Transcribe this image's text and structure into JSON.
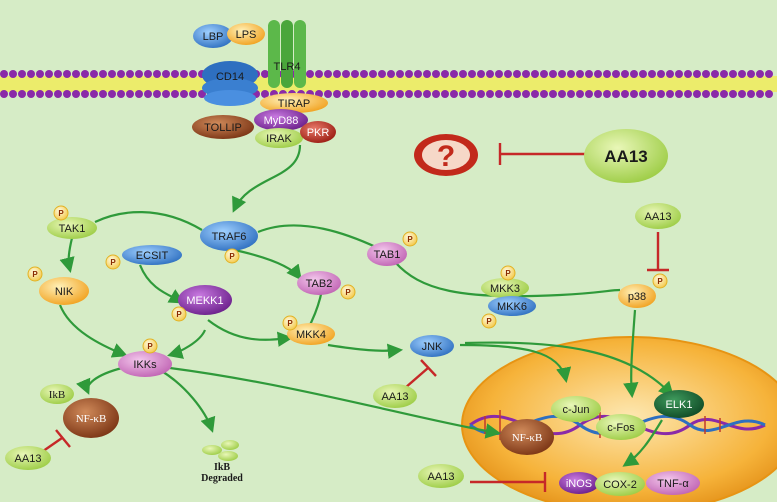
{
  "receptor": {
    "lbp": "LBP",
    "lps": "LPS",
    "cd14": "CD14",
    "tlr4": "TLR4",
    "tirap": "TIRAP",
    "tollip": "TOLLIP",
    "myd88": "MyD88",
    "irak": "IRAK",
    "pkr": "PKR"
  },
  "question": {
    "symbol": "?",
    "inhibitor": "AA13"
  },
  "kinases": {
    "tak1": "TAK1",
    "traf6": "TRAF6",
    "ecsit": "ECSIT",
    "tab1": "TAB1",
    "tab2": "TAB2",
    "nik": "NIK",
    "mekk1": "MEKK1",
    "mkk3": "MKK3",
    "mkk6": "MKK6",
    "mkk4": "MKK4",
    "p38": "p38",
    "jnk": "JNK",
    "ikks": "IKKs"
  },
  "phospho": "P",
  "cytoplasm": {
    "ikb": "IkB",
    "nfkb": "NF-κB",
    "ikb_degraded_1": "IkB",
    "ikb_degraded_2": "Degraded"
  },
  "nucleus": {
    "cjun": "c-Jun",
    "cfos": "c-Fos",
    "elk1": "ELK1",
    "nfkb": "NF-κB",
    "inos": "iNOS",
    "cox2": "COX-2",
    "tnfa": "TNF-α"
  },
  "inhibitors": {
    "aa13_p38": "AA13",
    "aa13_jnk": "AA13",
    "aa13_nfkb": "AA13",
    "aa13_genes": "AA13"
  },
  "colors": {
    "background": "#d6ecc6",
    "arrow": "#2f9a3a",
    "inhibition": "#c62828",
    "nucleus": "#f2a51c",
    "membrane_head": "#8a2aa8",
    "membrane_tail": "#e8e43a"
  }
}
